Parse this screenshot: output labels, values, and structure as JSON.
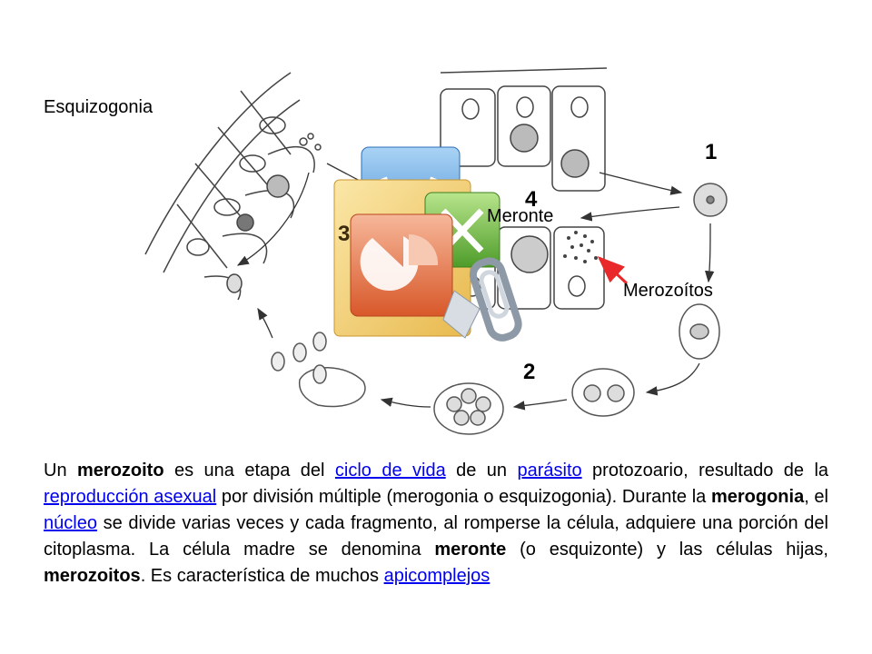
{
  "title": "Esquizogonia",
  "labels": {
    "meronte": "Meronte",
    "merozoitos": "Merozoítos"
  },
  "stage_numbers": {
    "n1": "1",
    "n2": "2",
    "n3": "3",
    "n4": "4"
  },
  "colors": {
    "link": "#0000ee",
    "arrow_red": "#e8282a"
  },
  "paragraph": {
    "t1": "Un ",
    "b1": "merozoito",
    "t2": " es una etapa del ",
    "l1": "ciclo de vida",
    "t3": " de un ",
    "l2": "parásito",
    "t4": " protozoario, resultado de la ",
    "l3": "reproducción asexual",
    "t5": " por división múltiple (merogonia o esquizogonia). Durante la ",
    "b2": "merogonia",
    "t6": ", el ",
    "l4": "núcleo",
    "t7": " se divide varias veces y cada fragmento, al romperse la célula, adquiere una porción del citoplasma. La célula madre se denomina ",
    "b3": "meronte",
    "t8": " (o esquizonte) y las células hijas, ",
    "b4": "merozoitos",
    "t9": ". Es característica de muchos ",
    "l5": "apicomplejos"
  }
}
